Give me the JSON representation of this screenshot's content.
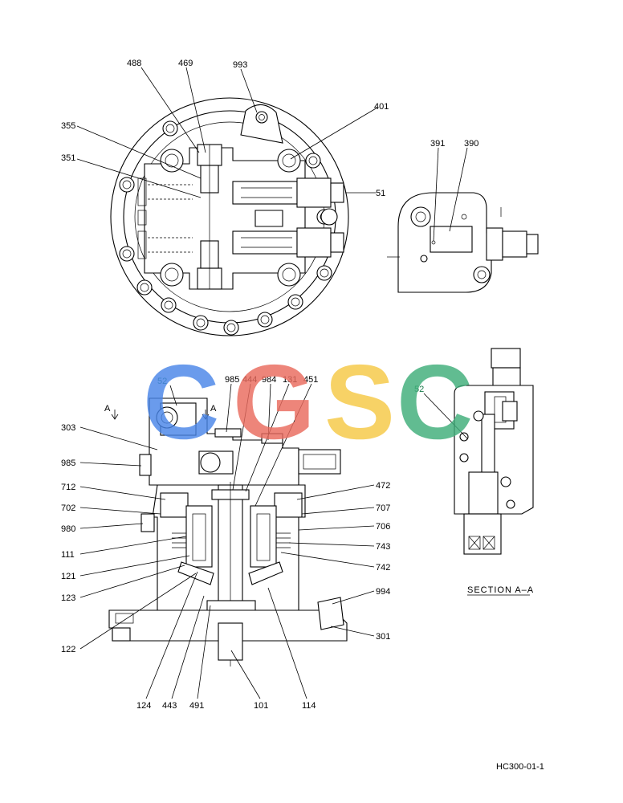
{
  "watermark": {
    "letters": [
      "C",
      "G",
      "S",
      "C"
    ],
    "colors": [
      "#4a86e8",
      "#ea6b5e",
      "#f6c945",
      "#3fae7a"
    ]
  },
  "top_view": {
    "labels": {
      "p488": "488",
      "p469": "469",
      "p993": "993",
      "p355": "355",
      "p351": "351",
      "p401": "401",
      "p51": "51"
    }
  },
  "detail_view": {
    "labels": {
      "p391": "391",
      "p390": "390"
    }
  },
  "section_view": {
    "labels": {
      "p52": "52",
      "p985t": "985",
      "p444": "444",
      "p984": "984",
      "p131": "131",
      "p451": "451",
      "p303": "303",
      "p985": "985",
      "p712": "712",
      "p702": "702",
      "p980": "980",
      "p111": "111",
      "p121": "121",
      "p123": "123",
      "p122": "122",
      "p472": "472",
      "p707": "707",
      "p706": "706",
      "p743": "743",
      "p742": "742",
      "p994": "994",
      "p301": "301",
      "p124": "124",
      "p443": "443",
      "p491": "491",
      "p101": "101",
      "p114": "114"
    },
    "section_marks": {
      "left": "A",
      "right": "A"
    }
  },
  "section_aa": {
    "labels": {
      "p52": "52"
    },
    "caption": "SECTION  A–A"
  },
  "drawing_number": "HC300-01-1"
}
